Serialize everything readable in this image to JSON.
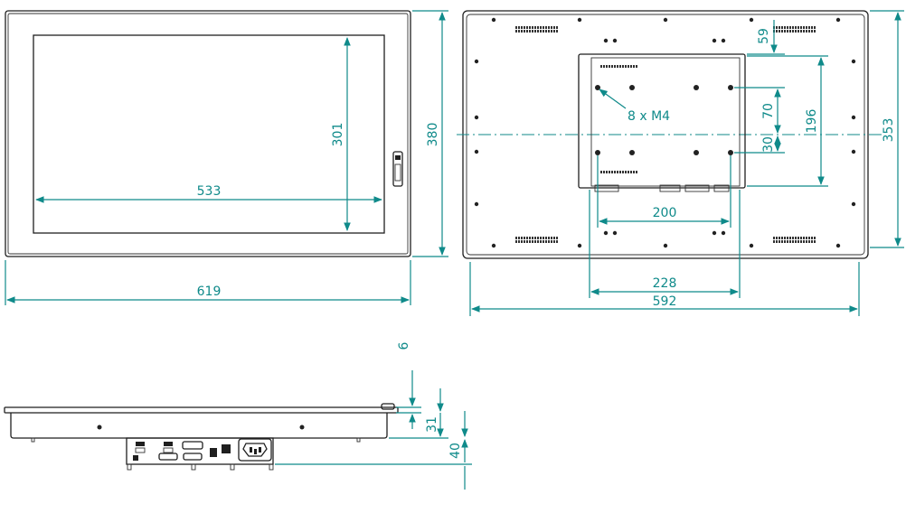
{
  "colors": {
    "dimension": "#0f8a8a",
    "outline": "#1f1f1f",
    "background": "#ffffff"
  },
  "front_view": {
    "active_area_width": "533",
    "active_area_height": "301",
    "overall_width": "619",
    "overall_height": "380"
  },
  "rear_view": {
    "vesa_spacing_horizontal": "200",
    "vesa_spacing_vertical_small": "70",
    "vesa_spacing_vertical_lower": "30",
    "mount_plate_width": "228",
    "mount_plate_height": "196",
    "top_offset": "59",
    "cutout_width": "592",
    "cutout_height": "353",
    "hole_note": "8 x M4"
  },
  "side_view": {
    "bezel_thickness": "6",
    "panel_depth": "31",
    "box_depth": "40"
  }
}
